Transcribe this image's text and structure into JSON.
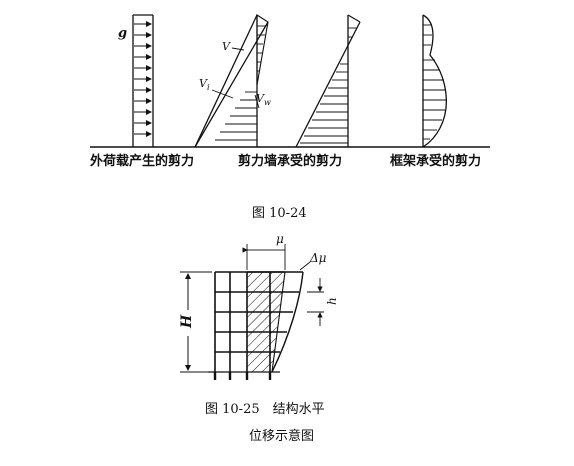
{
  "fig24": {
    "g_label": "g",
    "V_label": "V",
    "Vi_label": "V",
    "Vi_sub": "i",
    "Vw_label": "V",
    "Vw_sub": "w",
    "captions": [
      "外荷载产生的剪力",
      "剪力墙承受的剪力",
      "框架承受的剪力"
    ],
    "figure_title": "图 10-24"
  },
  "fig25": {
    "mu_label": "μ",
    "dmu_label": "Δμ",
    "h_label": "h",
    "H_label": "H",
    "caption_line1": "图 10-25　结构水平",
    "caption_line2": "位移示意图"
  }
}
